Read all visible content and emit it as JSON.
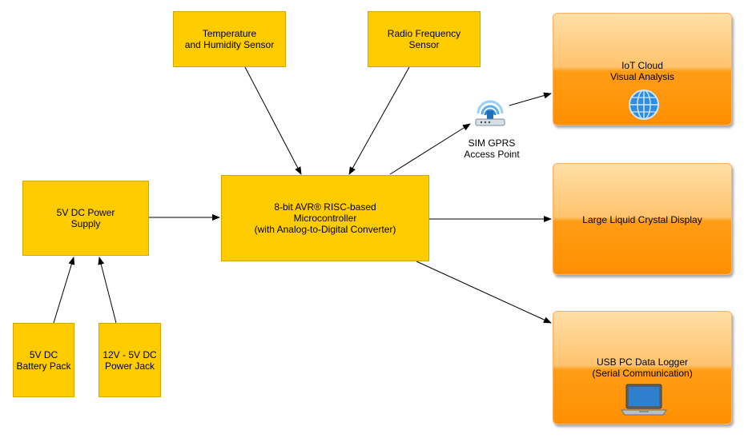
{
  "blocks": {
    "temp_sensor": "Temperature\nand Humidity Sensor",
    "rf_sensor": "Radio Frequency\nSensor",
    "power_supply": "5V DC Power\nSupply",
    "mcu": "8-bit AVR® RISC-based\nMicrocontroller\n(with Analog-to-Digital Converter)",
    "battery": "5V DC\nBattery Pack",
    "power_jack": "12V - 5V DC\nPower Jack",
    "iot_cloud": "IoT Cloud\nVisual Analysis",
    "lcd": "Large Liquid Crystal Display",
    "usb_logger": "USB PC Data Logger\n(Serial Communication)"
  },
  "access_point_label": "SIM GPRS\nAccess Point",
  "icons": {
    "access_point": "wireless-router-icon",
    "cloud": "globe-icon",
    "logger": "laptop-icon"
  },
  "colors": {
    "block_fill": "#ffcc00",
    "output_fill": "#ff9d16",
    "arrow": "#000000"
  }
}
